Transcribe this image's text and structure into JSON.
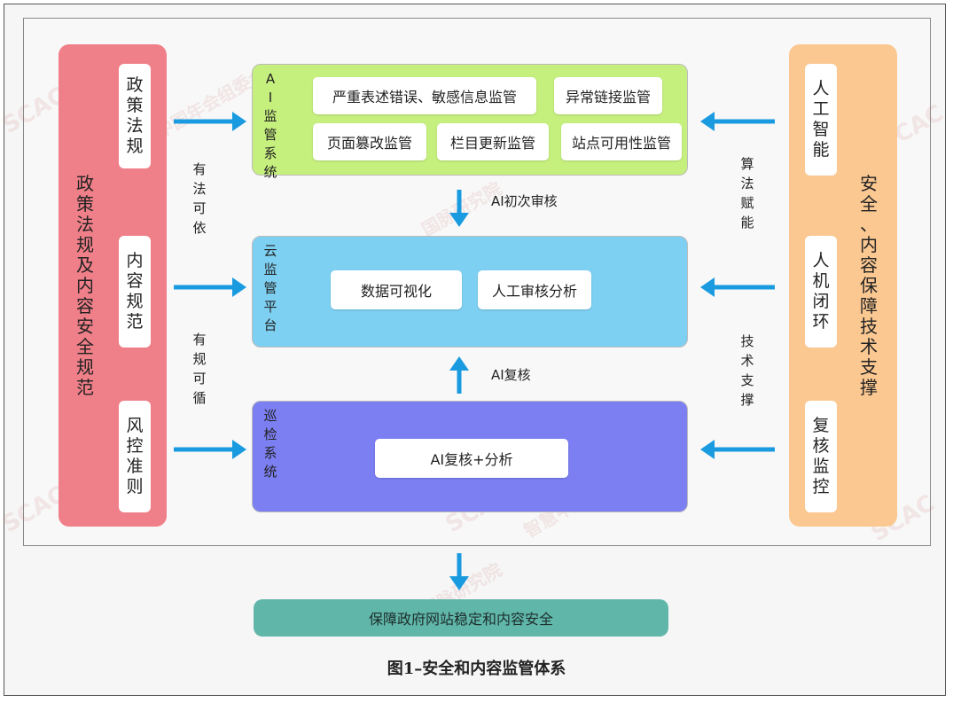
{
  "left_pillar": {
    "title": "政策法规及内容安全规范",
    "items": [
      "政策法规",
      "内容规范",
      "风控准则"
    ]
  },
  "right_pillar": {
    "title": "安全、内容保障技术支撑",
    "items": [
      "人工智能",
      "人机闭环",
      "复核监控"
    ]
  },
  "left_side_labels": [
    "有法可依",
    "有规可循"
  ],
  "right_side_labels": [
    "算法赋能",
    "技术支撑"
  ],
  "panels": {
    "ai": {
      "title": "AI监管系统",
      "boxes": [
        "严重表述错误、敏感信息监管",
        "异常链接监管",
        "页面篡改监管",
        "栏目更新监管",
        "站点可用性监管"
      ]
    },
    "cloud": {
      "title": "云监管平台",
      "boxes": [
        "数据可视化",
        "人工审核分析"
      ]
    },
    "patrol": {
      "title": "巡检系统",
      "boxes": [
        "AI复核+分析"
      ]
    }
  },
  "flow_labels": {
    "ai_to_cloud": "AI初次审核",
    "patrol_to_cloud": "AI复核"
  },
  "goal": "保障政府网站稳定和内容安全",
  "caption": "图1–安全和内容监管体系",
  "watermarks": [
    "SCAC",
    "智慧中国年会组委会",
    "国脉研究院"
  ],
  "colors": {
    "left_pillar": "#ef7f88",
    "right_pillar": "#fbc892",
    "ai_panel": "#c6f07e",
    "cloud_panel": "#7ed0f2",
    "patrol_panel": "#7b7ff2",
    "goal": "#61b6aa",
    "arrow": "#1a9be0"
  }
}
